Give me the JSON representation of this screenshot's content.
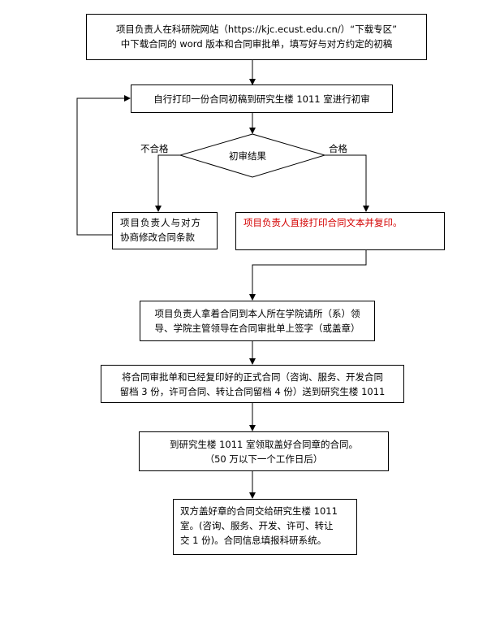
{
  "flowchart": {
    "step1": {
      "line1": "项目负责人在科研院网站（https://kjc.ecust.edu.cn/）“下载专区”",
      "line2": "中下载合同的 word 版本和合同审批单，填写好与对方约定的初稿"
    },
    "step2": {
      "text": "自行打印一份合同初稿到研究生楼 1011 室进行初审"
    },
    "decision": {
      "text": "初审结果",
      "no_label": "不合格",
      "yes_label": "合格"
    },
    "revise": {
      "line1": "项目负责人与对方",
      "line2": "协商修改合同条款"
    },
    "print": {
      "text": "项目负责人直接打印合同文本并复印。"
    },
    "step3": {
      "line1": "项目负责人拿着合同到本人所在学院请所（系）领",
      "line2": "导、学院主管领导在合同审批单上签字（或盖章）"
    },
    "step4": {
      "line1": "将合同审批单和已经复印好的正式合同（咨询、服务、开发合同",
      "line2": "留档 3 份，许可合同、转让合同留档 4 份）送到研究生楼 1011"
    },
    "step5": {
      "line1": "到研究生楼 1011 室领取盖好合同章的合同。",
      "line2": "（50 万以下一个工作日后）"
    },
    "step6": {
      "line1": "双方盖好章的合同交给研究生楼 1011",
      "line2": "室。(咨询、服务、开发、许可、转让",
      "line3": "交 1 份)。合同信息填报科研系统。"
    },
    "colors": {
      "line": "#000000",
      "highlight": "#d40000"
    }
  }
}
